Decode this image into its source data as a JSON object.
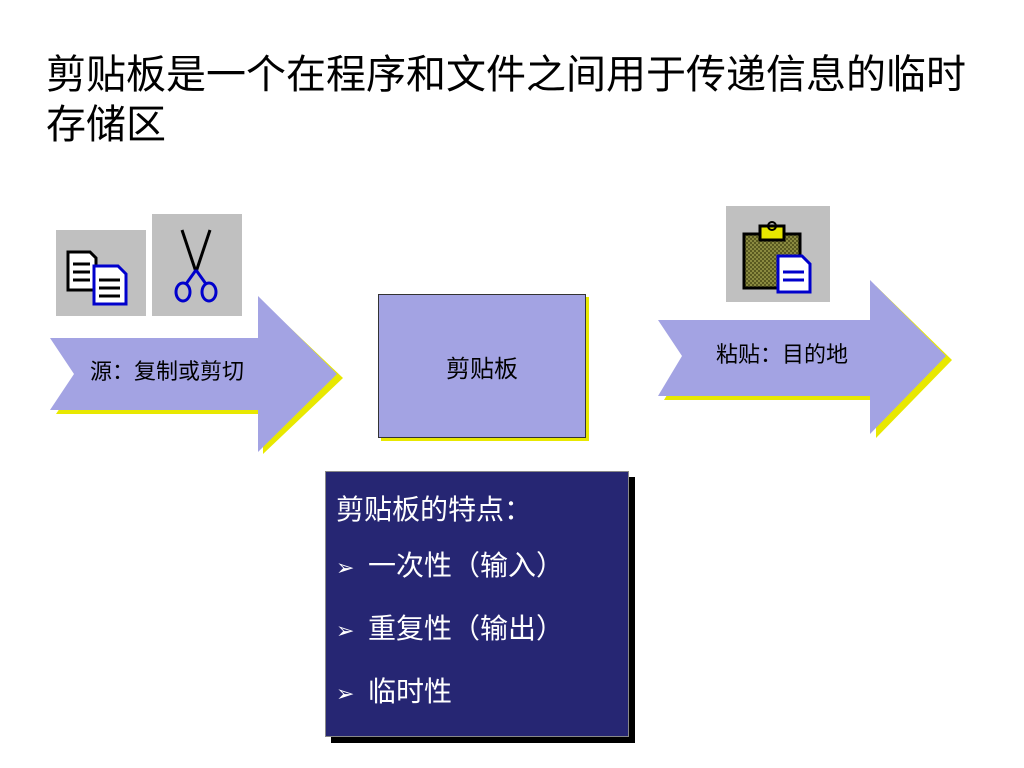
{
  "title": "剪贴板是一个在程序和文件之间用于传递信息的临时存储区",
  "source_arrow": {
    "label": "源：复制或剪切"
  },
  "destination_arrow": {
    "label": "粘贴：目的地"
  },
  "clipboard_box": {
    "label": "剪贴板"
  },
  "features": {
    "title": "剪贴板的特点：",
    "bullet": "➢",
    "items": [
      "一次性（输入）",
      "重复性（输出）",
      "临时性"
    ]
  },
  "icons": {
    "copy": "copy-icon",
    "cut": "scissors-icon",
    "paste": "paste-icon"
  },
  "colors": {
    "arrow_fill": "#a3a3e3",
    "arrow_edge": "#e8e800",
    "panel_fill": "#262673",
    "icon_tile": "#c0c0c0",
    "icon_accent": "#0000cc"
  }
}
